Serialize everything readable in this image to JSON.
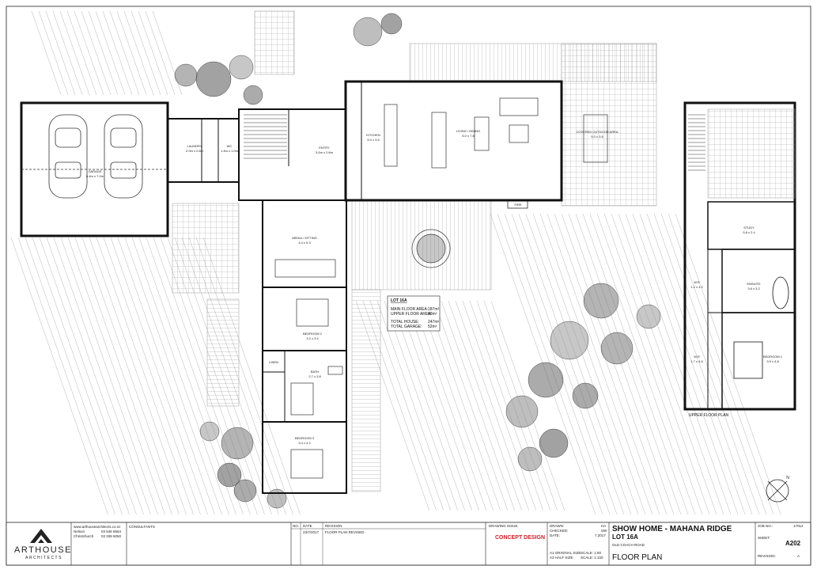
{
  "rooms": {
    "garage": {
      "name": "GARAGE",
      "size": "6.4m x 7.2m"
    },
    "laundry": {
      "name": "LAUNDRY",
      "size": "2.0m x 2.6m"
    },
    "wc": {
      "name": "WC",
      "size": "1.4m x 1.0m"
    },
    "entry": {
      "name": "ENTRY",
      "size": "3.0m x 2.8m"
    },
    "kitchen": {
      "name": "KITCHEN",
      "size": "5.0 x 3.5"
    },
    "living": {
      "name": "LIVING / DINING",
      "size": "5.0 x 7.8"
    },
    "covered": {
      "name": "COVERED OUTDOOR AREA",
      "size": "5.0 x 3.8"
    },
    "media": {
      "name": "MEDIA / SITTING",
      "size": "4.4 x 5.3"
    },
    "bed2": {
      "name": "BEDROOM 2",
      "size": "3.2 x 3.4"
    },
    "linen": {
      "name": "LINEN"
    },
    "bath": {
      "name": "BATH",
      "size": "2.7 x 3.8"
    },
    "bed3": {
      "name": "BEDROOM 3",
      "size": "3.4 x 4.2"
    },
    "study": {
      "name": "STUDY",
      "size": "5.8 x 2.4"
    },
    "wr1": {
      "name": "W.R",
      "size": "1.2 x 3.2"
    },
    "ensuite": {
      "name": "ENSUITE",
      "size": "3.6 x 3.2"
    },
    "wr2": {
      "name": "W.R",
      "size": "1.7 x 4.6"
    },
    "bed1": {
      "name": "BEDROOM 1",
      "size": "3.5 x 4.8"
    },
    "fire": "FIRE"
  },
  "upper_floor_title": "UPPER FLOOR PLAN",
  "area_table": {
    "title": "LOT 16A",
    "rows": [
      {
        "label": "MAIN FLOOR AREA:",
        "value": "187m²"
      },
      {
        "label": "UPPER FLOOR AREA:",
        "value": "60m²"
      },
      {
        "label": "TOTAL HOUSE:",
        "value": "247m²"
      },
      {
        "label": "TOTAL GARAGE:",
        "value": "52m²"
      }
    ]
  },
  "title_block": {
    "brand": "ARTHOUSE",
    "brand_sub": "ARCHITECTS",
    "web": "www.arthousearchitects.co.nz",
    "office1": "Nelson",
    "phone1": "03 546 6564",
    "office2": "Christchurch",
    "phone2": "03 338 6050",
    "consultants": "CONSULTANTS",
    "rev_headers": [
      "NO.",
      "DATE",
      "REVISION"
    ],
    "rev_row": [
      "",
      "23/7/2017",
      "FLOOR PLAN REVISED"
    ],
    "drawing_issue_label": "DRAWING ISSUE:",
    "drawing_issue": "CONCEPT DESIGN",
    "drawn_label": "DRAWN:",
    "drawn": "HA",
    "checked_label": "CHECKED:",
    "checked": "SW",
    "date_label": "DATE:",
    "date": "7.2017",
    "a1_label": "A1 ORIGINAL SIZE",
    "a1_scale": "SCALE: 1:50",
    "a3_label": "A3 HALF SIZE",
    "a3_scale": "SCALE: 1:100",
    "project": "SHOW HOME - MAHANA RIDGE",
    "lot": "LOT 16A",
    "address": "OLD COACH ROAD",
    "sheet_title": "FLOOR PLAN",
    "job_label": "JOB NO.:",
    "job": "17012",
    "sheet_label": "SHEET:",
    "sheet": "A202",
    "revision_label": "REVISION:",
    "revision": "A"
  },
  "north": "N"
}
